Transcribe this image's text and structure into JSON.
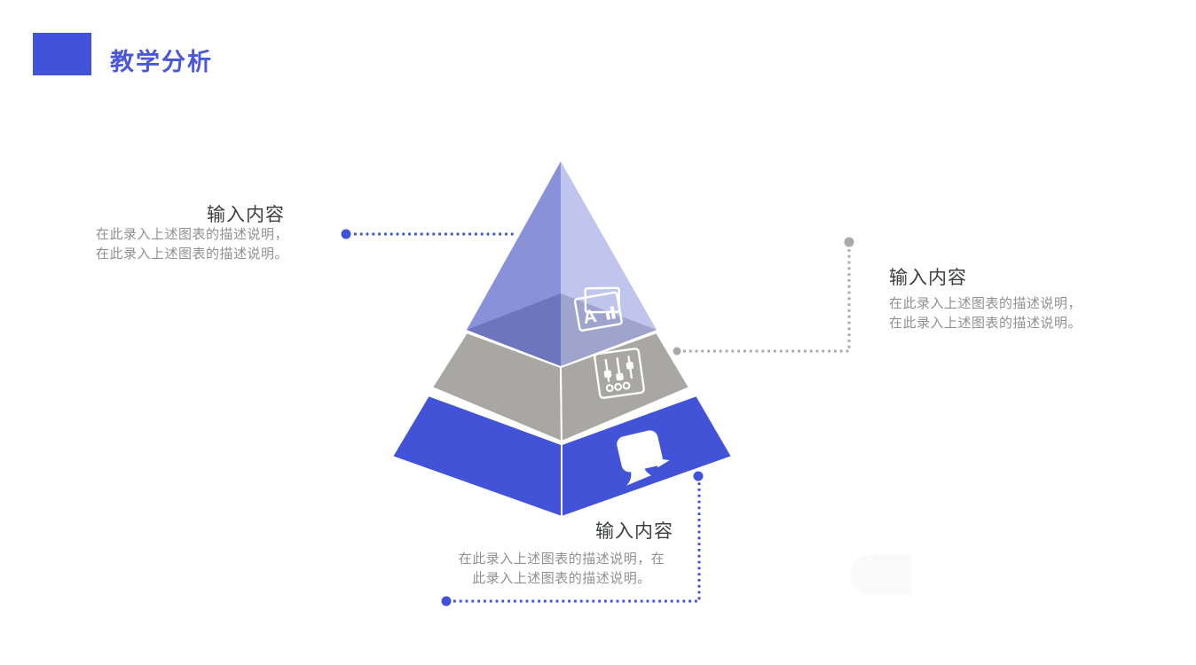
{
  "slide": {
    "title": "教学分析"
  },
  "colors": {
    "accent_blue": "#4353d9",
    "title_blue": "#4b57da",
    "dot_blue": "#3f51dc",
    "pyramid_bottom_blue": "#4253d8",
    "pyramid_middle_gray": "#a8a7a4",
    "pyramid_top_face_gray": "#8f8f8f",
    "pyramid_top_left_face": "rgba(97,108,204,0.75)",
    "pyramid_top_right_face": "rgba(164,172,230,0.70)",
    "connector_gray": "#a9a9a9",
    "heading_text": "#3d4043",
    "body_text": "#8e9092",
    "icon_white": "#ffffff"
  },
  "pyramid": {
    "levels": [
      {
        "position": "top",
        "icon": "picture-frames-icon"
      },
      {
        "position": "middle",
        "icon": "sliders-icon"
      },
      {
        "position": "bottom",
        "icon": "monitor-icon"
      }
    ],
    "top_icon_letter": "A"
  },
  "callouts": {
    "left": {
      "heading": "输入内容",
      "line1": "在此录入上述图表的描述说明，",
      "line2": "在此录入上述图表的描述说明。"
    },
    "right": {
      "heading": "输入内容",
      "line1": "在此录入上述图表的描述说明，",
      "line2": "在此录入上述图表的描述说明。"
    },
    "bottom": {
      "heading": "输入内容",
      "line1": "在此录入上述图表的描述说明，在",
      "line2": "此录入上述图表的描述说明。"
    }
  }
}
